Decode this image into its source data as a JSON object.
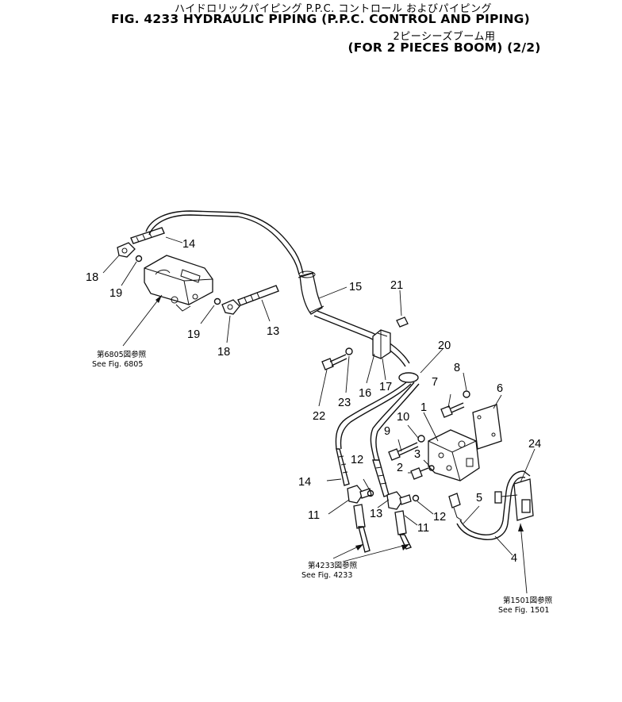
{
  "header": {
    "title_jp": "ハイドロリックパイピング P.P.C. コントロール およびパイピング",
    "title_en": "FIG. 4233  HYDRAULIC PIPING (P.P.C. CONTROL AND PIPING)",
    "subtitle_jp": "2ピーシーズブーム用",
    "subtitle_en": "(FOR 2 PIECES BOOM) (2/2)"
  },
  "callouts": {
    "c1": "1",
    "c2": "2",
    "c3": "3",
    "c4": "4",
    "c5": "5",
    "c6": "6",
    "c7": "7",
    "c8": "8",
    "c9": "9",
    "c10": "10",
    "c11a": "11",
    "c11b": "11",
    "c12a": "12",
    "c12b": "12",
    "c13a": "13",
    "c13b": "13",
    "c14a": "14",
    "c14b": "14",
    "c15": "15",
    "c16": "16",
    "c17": "17",
    "c18a": "18",
    "c18b": "18",
    "c19a": "19",
    "c19b": "19",
    "c20": "20",
    "c21": "21",
    "c22": "22",
    "c23": "23",
    "c24": "24"
  },
  "references": {
    "ref6805_jp": "第6805図参照",
    "ref6805_en": "See Fig. 6805",
    "ref4233_jp": "第4233図参照",
    "ref4233_en": "See Fig. 4233",
    "ref1501_jp": "第1501図参照",
    "ref1501_en": "See Fig. 1501"
  }
}
